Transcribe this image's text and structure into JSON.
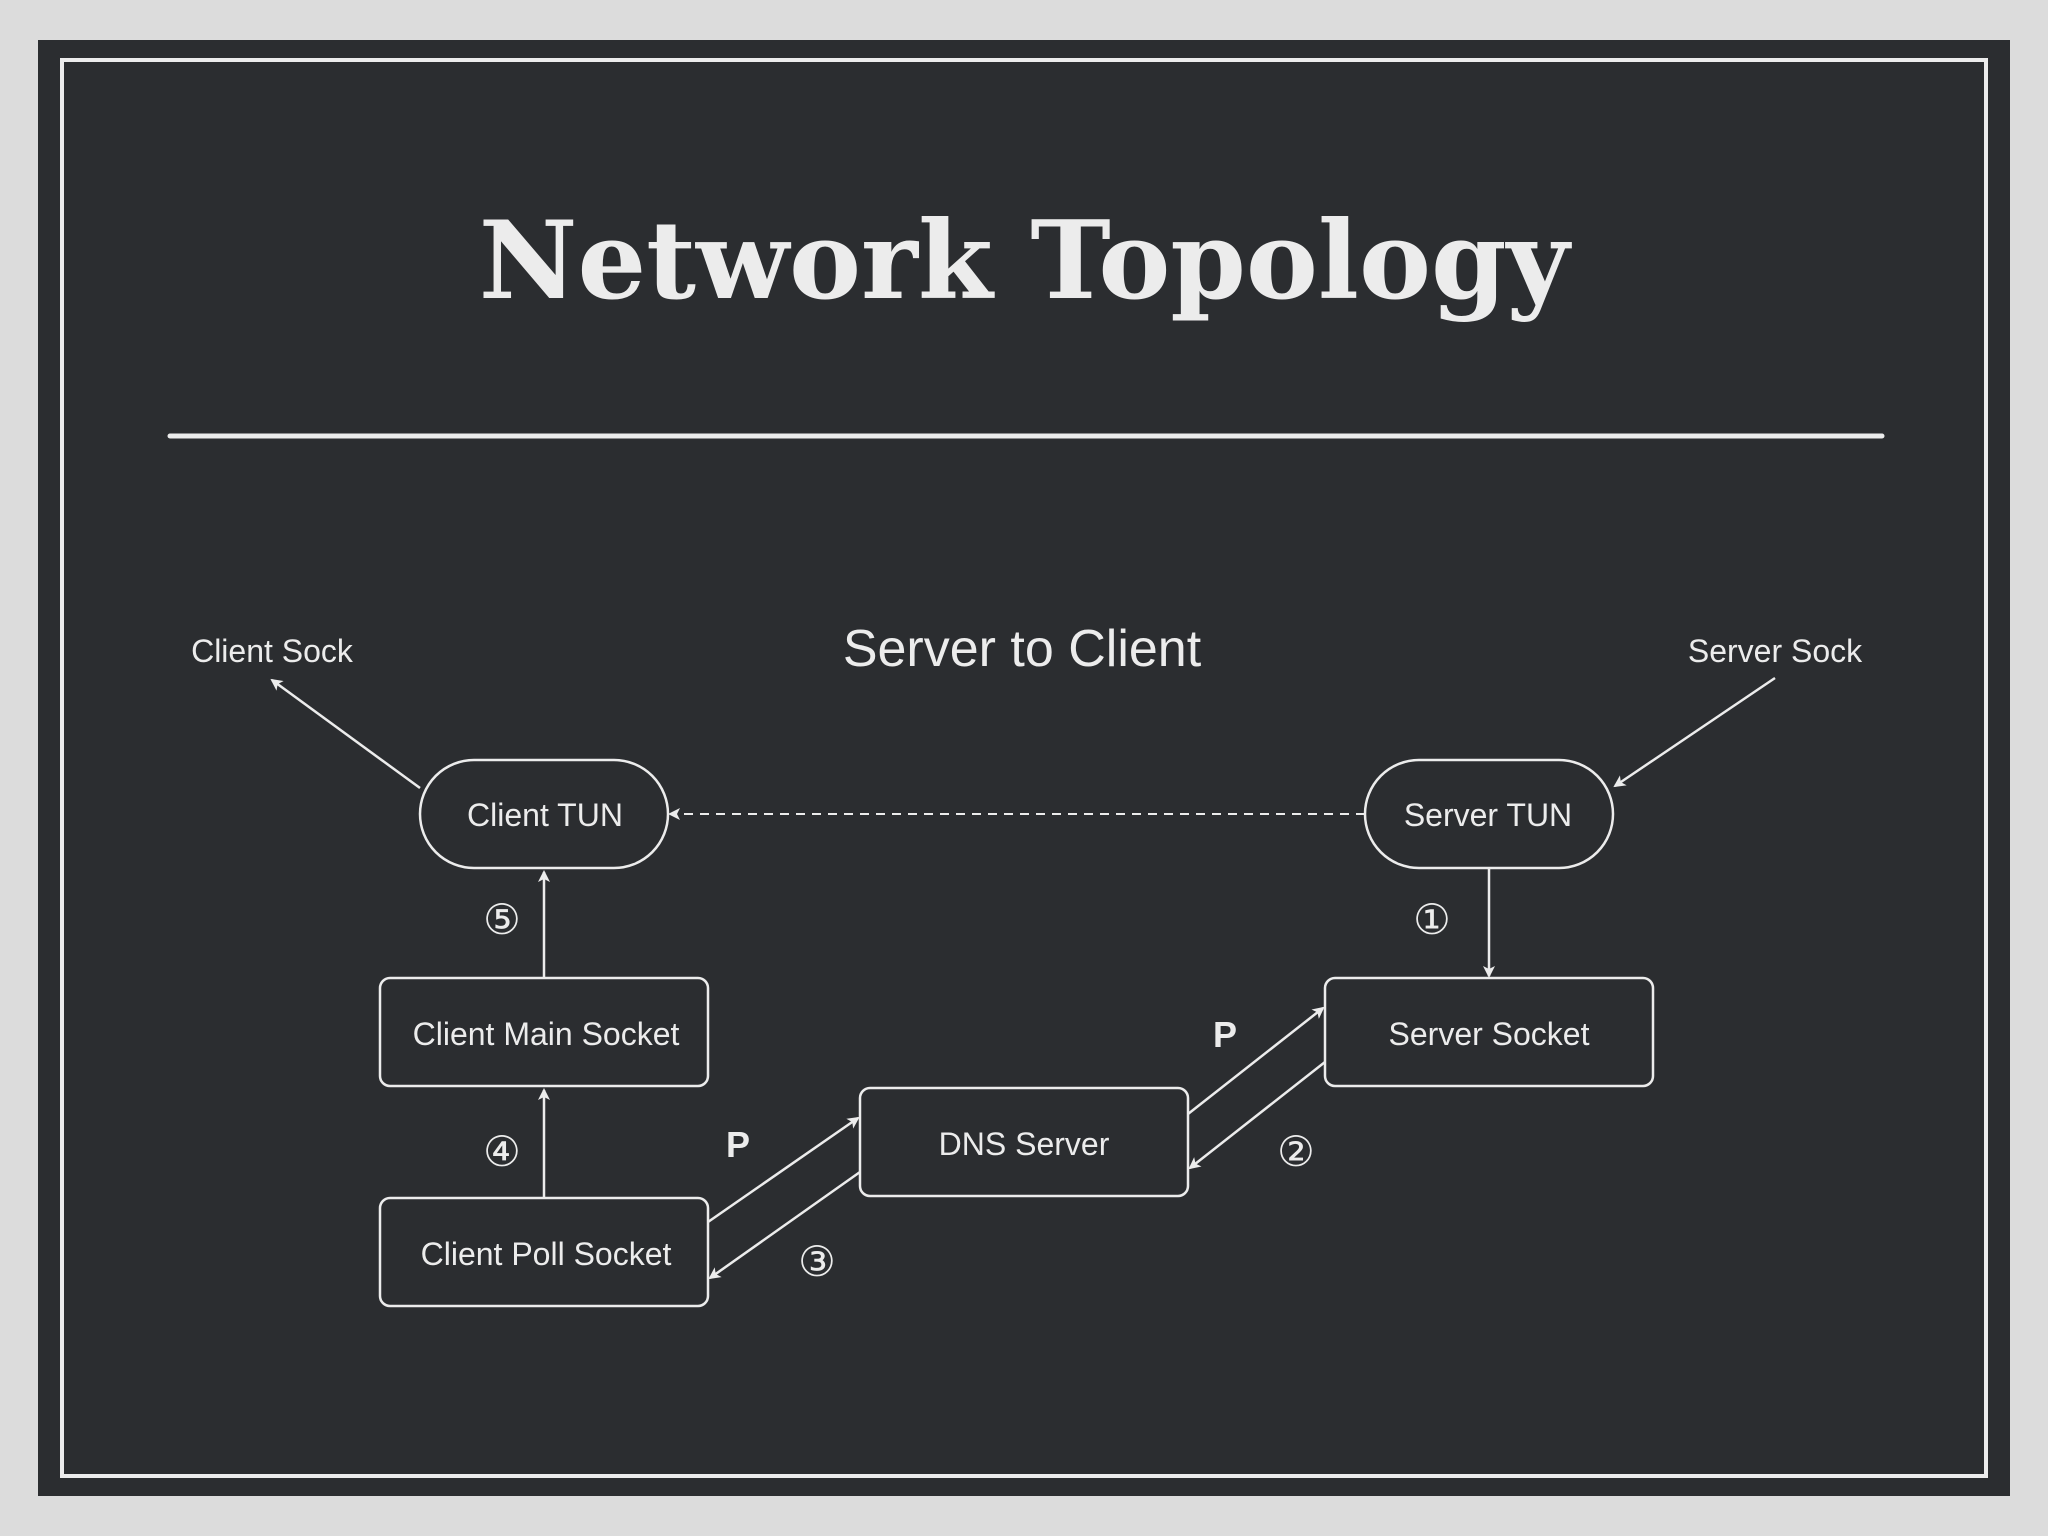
{
  "slide": {
    "title": "Network Topology",
    "subtitle": "Server to Client"
  },
  "labels": {
    "client_sock": "Client Sock",
    "server_sock": "Server Sock"
  },
  "nodes": {
    "client_tun": "Client TUN",
    "server_tun": "Server TUN",
    "client_main_socket": "Client Main Socket",
    "server_socket": "Server Socket",
    "dns_server": "DNS Server",
    "client_poll_socket": "Client Poll Socket"
  },
  "steps": {
    "s1": "①",
    "s2": "②",
    "s3": "③",
    "s4": "④",
    "s5": "⑤"
  },
  "poll_markers": {
    "p_upper": "P",
    "p_lower": "P"
  },
  "colors": {
    "background": "#2b2d30",
    "foreground": "#ececec",
    "page": "#dcdcdc"
  }
}
